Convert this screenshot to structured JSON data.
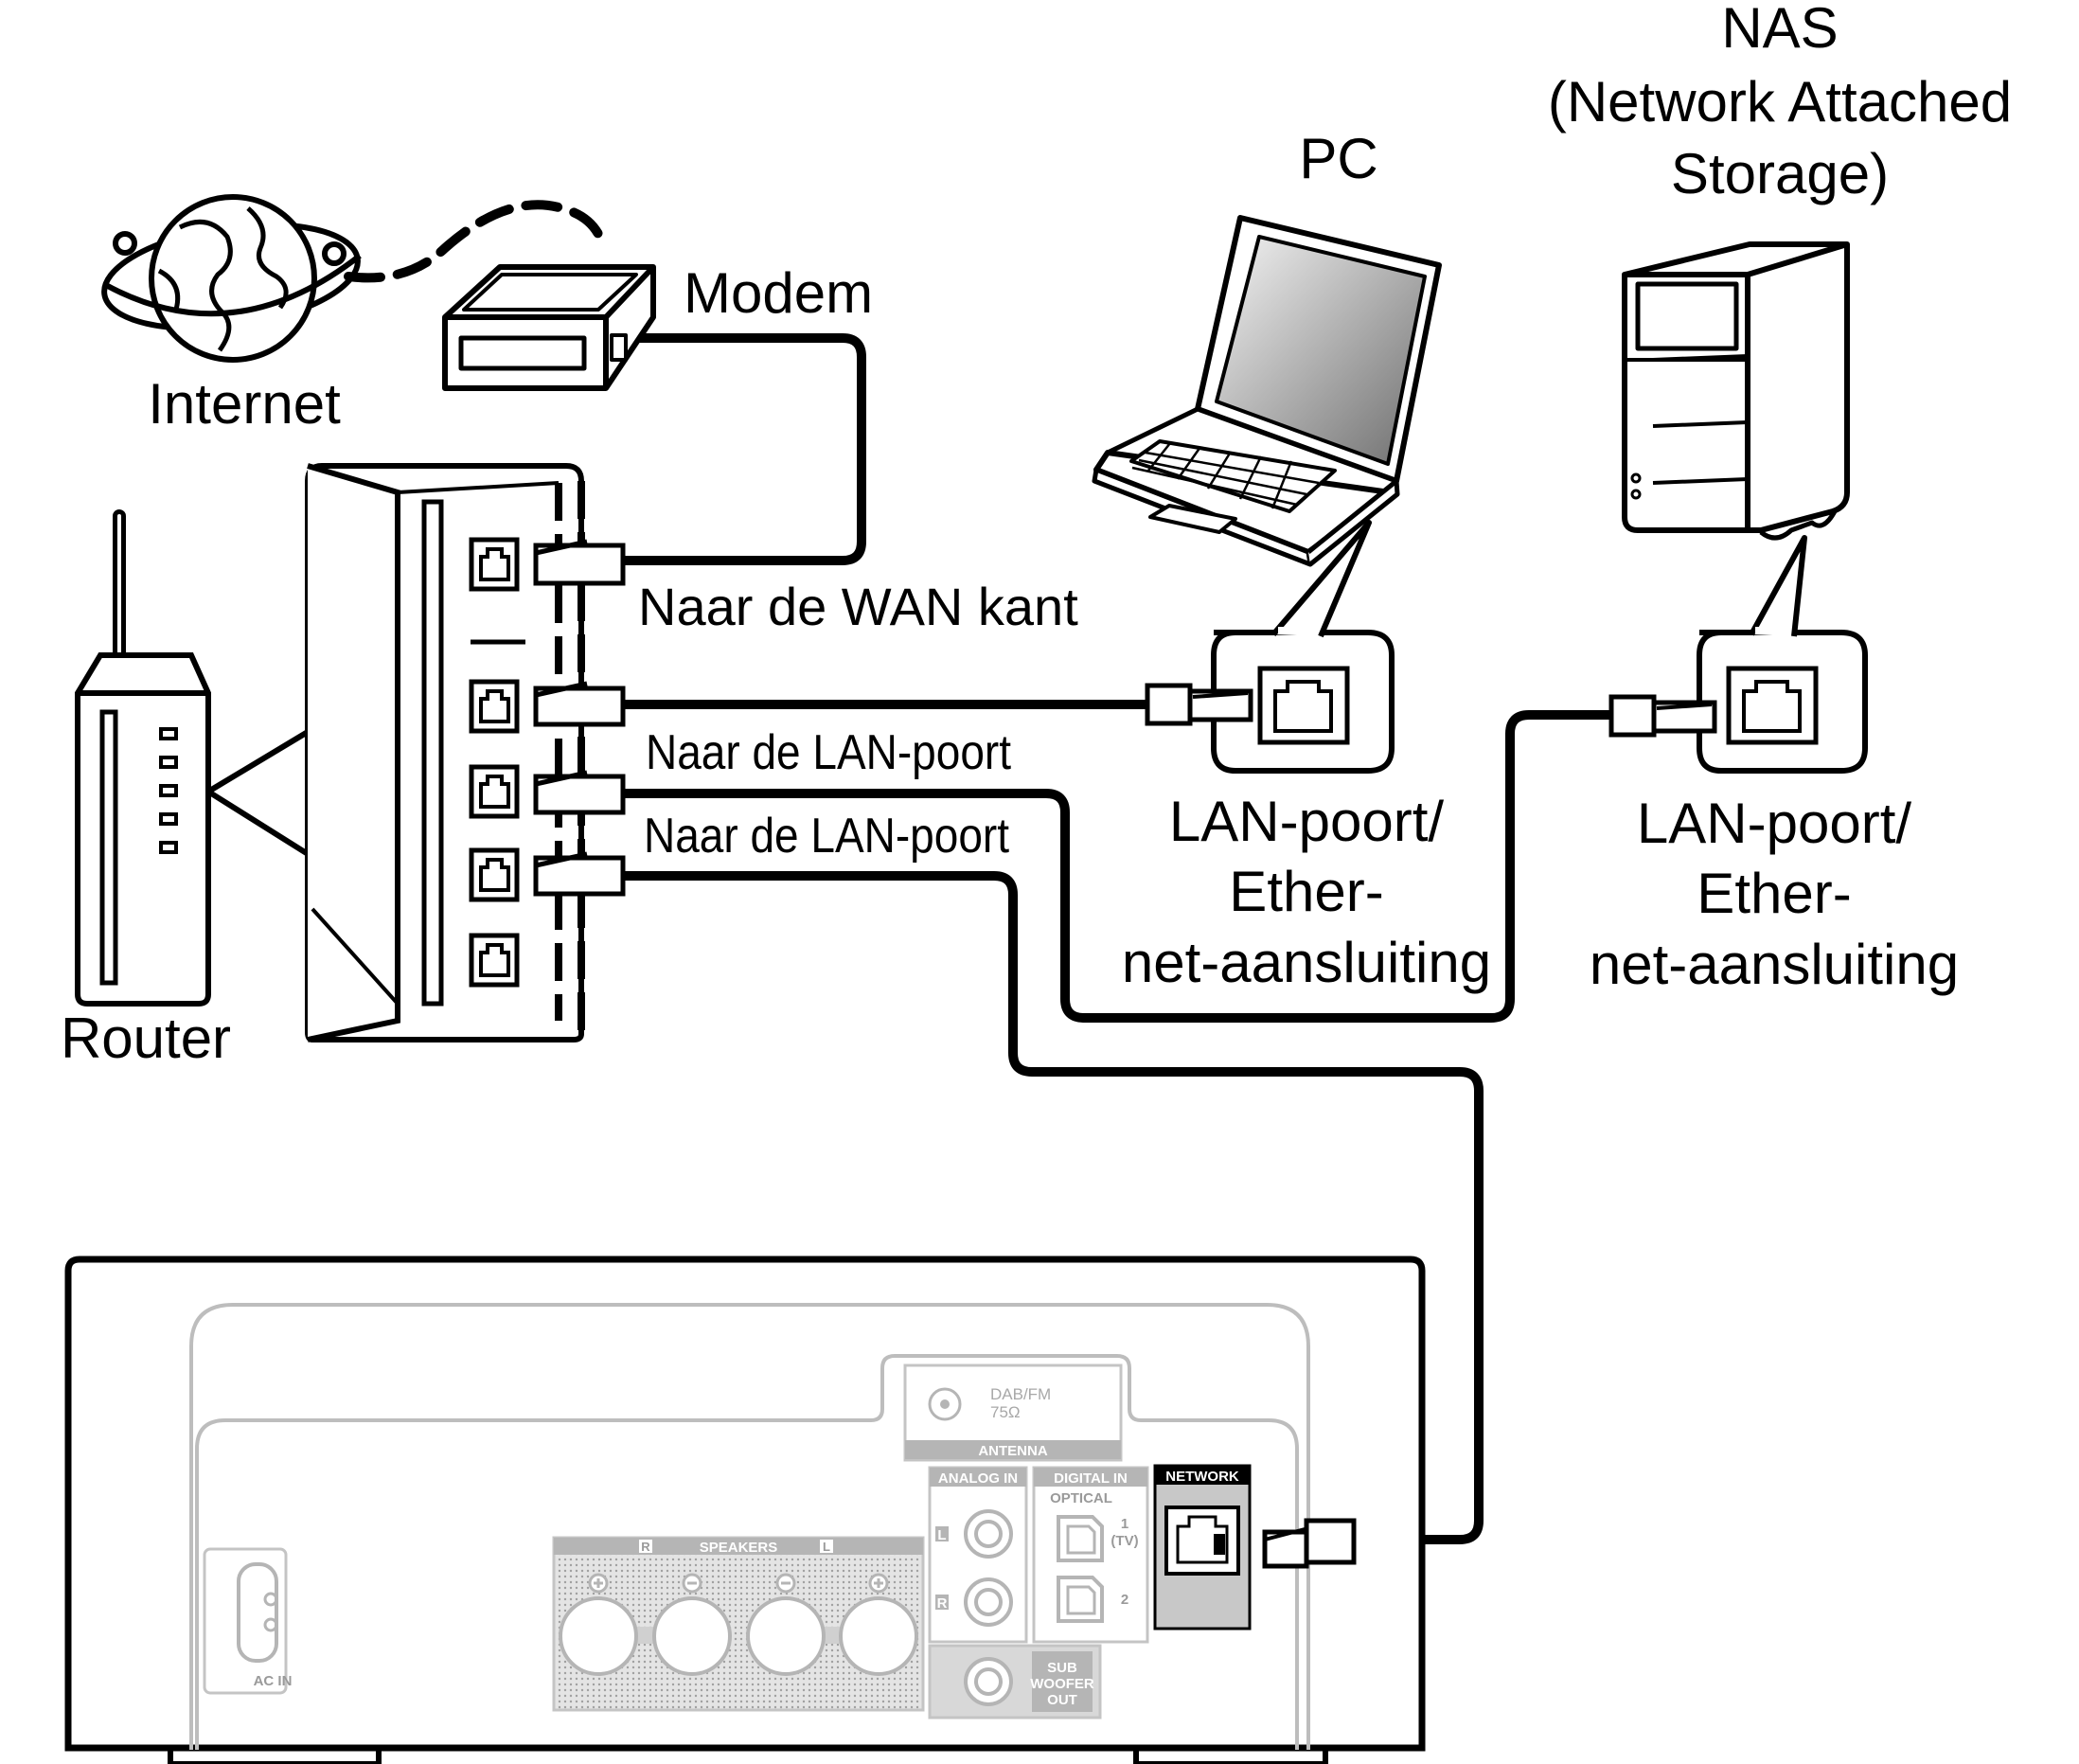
{
  "labels": {
    "nas_line1": "NAS",
    "nas_line2": "(Network Attached",
    "nas_line3": "Storage)",
    "pc": "PC",
    "modem": "Modem",
    "internet": "Internet",
    "router": "Router",
    "wan": "Naar de WAN kant",
    "lan1": "Naar de LAN-poort",
    "lan2": "Naar de LAN-poort",
    "pc_port_line1": "LAN-poort/",
    "pc_port_line2": "Ether-",
    "pc_port_line3": "net-aansluiting",
    "nas_port_line1": "LAN-poort/",
    "nas_port_line2": "Ether-",
    "nas_port_line3": "net-aansluiting"
  },
  "panel": {
    "antenna_type": "DAB/FM",
    "antenna_ohm": "75Ω",
    "antenna": "ANTENNA",
    "analog_in": "ANALOG IN",
    "digital_in": "DIGITAL IN",
    "optical": "OPTICAL",
    "optical1_num": "1",
    "optical1_tv": "(TV)",
    "optical2": "2",
    "network": "NETWORK",
    "speakers": "SPEAKERS",
    "spk_r": "R",
    "spk_l": "L",
    "analog_l": "L",
    "analog_r": "R",
    "sub_line1": "SUB",
    "sub_line2": "WOOFER",
    "sub_line3": "OUT",
    "ac_in": "AC IN"
  },
  "colors": {
    "line": "#000000",
    "panel_gray": "#bdbdbd",
    "label_bar": "#a8a8a8",
    "network_bg": "#c8c8c8"
  }
}
